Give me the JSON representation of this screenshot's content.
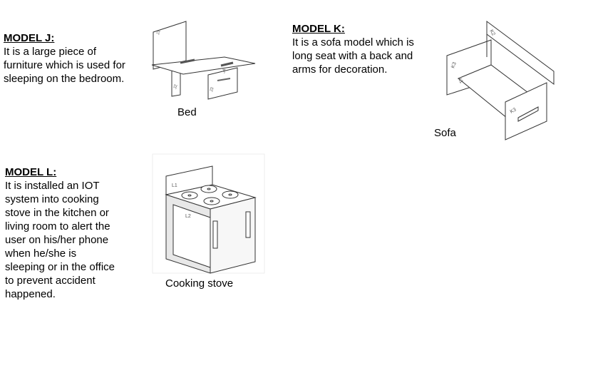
{
  "models": [
    {
      "id": "j",
      "title": "MODEL J:",
      "lines": [
        "It is a large piece of",
        "furniture which is used for",
        "sleeping on the bedroom."
      ],
      "caption": "Bed",
      "part_labels": [
        "J1",
        "J2",
        "J3",
        "J4"
      ]
    },
    {
      "id": "k",
      "title": "MODEL K:",
      "lines": [
        "It is a sofa model which is",
        "long seat with a back and",
        "arms for decoration."
      ],
      "caption": "Sofa",
      "part_labels": [
        "K1",
        "K2",
        "K3",
        "K3"
      ]
    },
    {
      "id": "l",
      "title": "MODEL L:",
      "lines": [
        "It is installed an IOT",
        "system into cooking",
        "stove in the kitchen or",
        "living room to alert the",
        "user on his/her phone",
        "when he/she is",
        "sleeping or in the office",
        "to prevent accident",
        "happened."
      ],
      "caption": "Cooking stove",
      "part_labels": [
        "L1",
        "L2"
      ]
    }
  ]
}
